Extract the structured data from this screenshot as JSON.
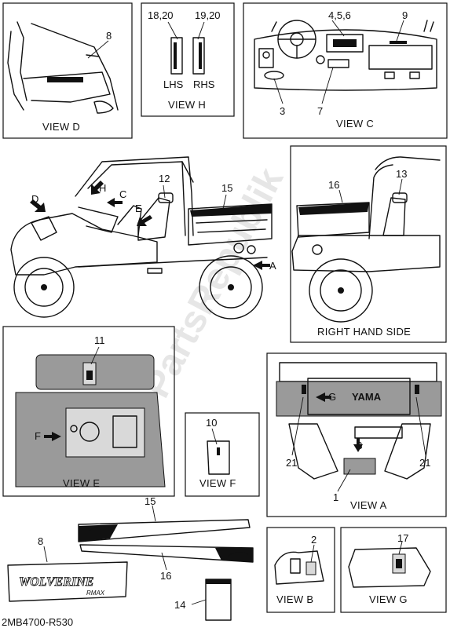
{
  "watermark": "PartsRepublik",
  "footer_code": "2MB4700-R530",
  "views": {
    "d": {
      "caption": "VIEW D"
    },
    "h": {
      "caption": "VIEW H",
      "left_ref": "18,20",
      "right_ref": "19,20",
      "left_side": "LHS",
      "right_side": "RHS"
    },
    "c": {
      "caption": "VIEW C"
    },
    "right_side": {
      "caption": "RIGHT HAND SIDE"
    },
    "e": {
      "caption": "VIEW E"
    },
    "f": {
      "caption": "VIEW F"
    },
    "a": {
      "caption": "VIEW A",
      "badge": "YAMA"
    },
    "b": {
      "caption": "VIEW B"
    },
    "g": {
      "caption": "VIEW G"
    }
  },
  "callouts": {
    "c1": "1",
    "c2": "2",
    "c3": "3",
    "c456": "4,5,6",
    "c7": "7",
    "c8a": "8",
    "c8b": "8",
    "c9": "9",
    "c10": "10",
    "c11": "11",
    "c12": "12",
    "c13": "13",
    "c14": "14",
    "c15a": "15",
    "c15b": "15",
    "c16a": "16",
    "c16b": "16",
    "c17": "17",
    "c21a": "21",
    "c21b": "21"
  },
  "view_arrows": {
    "a": "A",
    "b": "B",
    "c": "C",
    "d": "D",
    "e": "E",
    "f": "F",
    "g": "G",
    "h": "H"
  },
  "emblem_text": {
    "main": "WOLVERINE",
    "sub": "RMAX"
  }
}
